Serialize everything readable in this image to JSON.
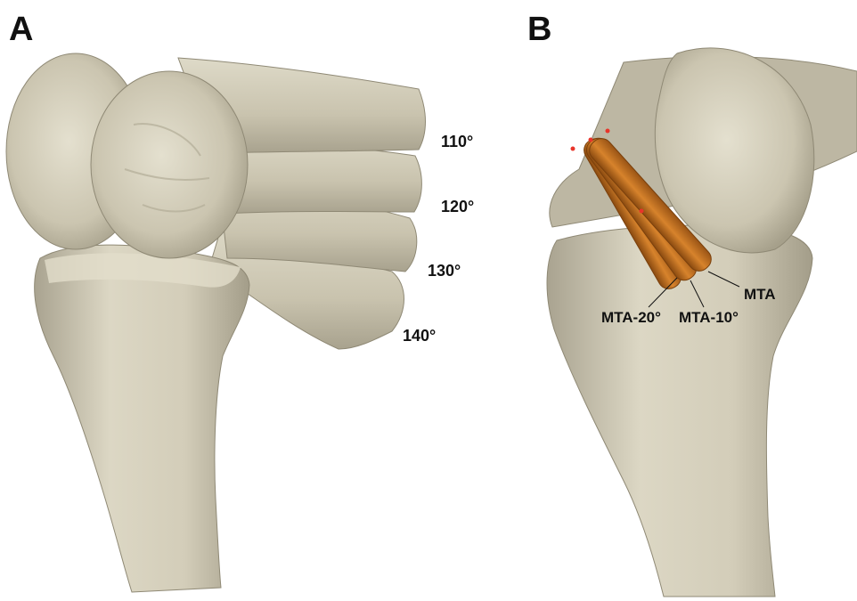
{
  "panels": {
    "a": {
      "letter": "A",
      "flexion_angles": [
        "110°",
        "120°",
        "130°",
        "140°"
      ]
    },
    "b": {
      "letter": "B",
      "tunnels": [
        "MTA",
        "MTA-10°",
        "MTA-20°"
      ]
    }
  },
  "colors": {
    "bone": "#d6d1bd",
    "bone_shadow": "#9c9684",
    "tunnel": "#c8731e",
    "tunnel_dark": "#8a4a10",
    "marker": "#e8342a"
  }
}
